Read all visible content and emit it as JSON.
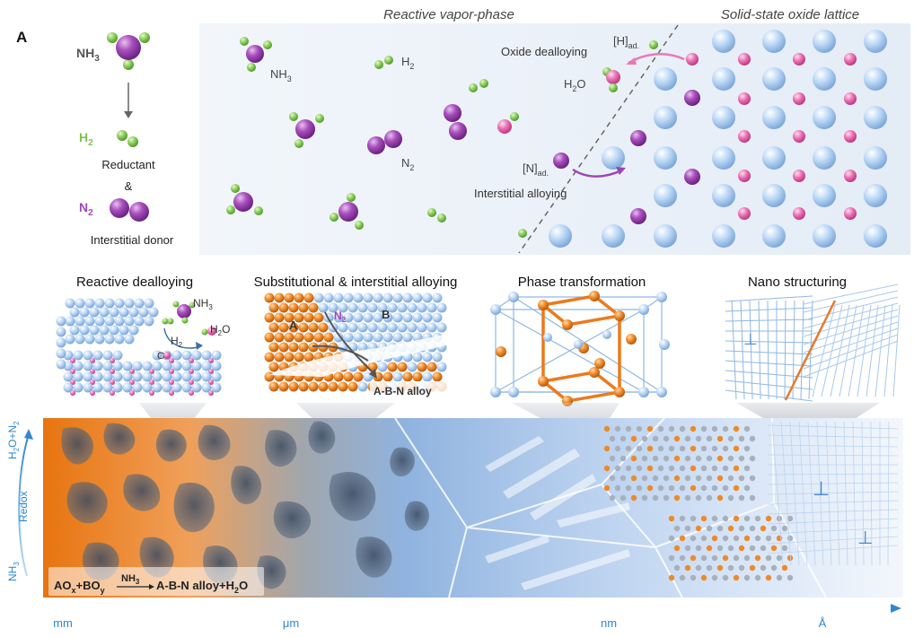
{
  "panel_label": "A",
  "top": {
    "region_left_title": "Reactive vapor-phase",
    "region_right_title": "Solid-state oxide lattice",
    "legend": {
      "nh3": "NH",
      "nh3_sub": "3",
      "h2": "H",
      "h2_sub": "2",
      "h2_role": "Reductant",
      "amp": "&",
      "n2": "N",
      "n2_sub": "2",
      "n2_role": "Interstitial donor"
    },
    "field_labels": {
      "nh3": "NH",
      "nh3_sub": "3",
      "h2": "H",
      "h2_sub": "2",
      "n2": "N",
      "n2_sub": "2",
      "h_ad": "[H]",
      "h_ad_sub": "ad.",
      "n_ad": "[N]",
      "n_ad_sub": "ad.",
      "h2o": "H",
      "h2o_sub": "2",
      "h2o_tail": "O",
      "oxide_dealloying": "Oxide dealloying",
      "interstitial_alloying": "Interstitial alloying"
    }
  },
  "mechanisms": [
    {
      "title": "Reactive dealloying"
    },
    {
      "title": "Substitutional & interstitial alloying"
    },
    {
      "title": "Phase transformation"
    },
    {
      "title": "Nano structuring"
    }
  ],
  "inset_labels": {
    "nh3": "NH",
    "nh3_sub": "3",
    "h2": "H",
    "h2_sub": "2",
    "h2o": "H",
    "h2o_sub": "2",
    "h2o_tail": "O",
    "o": "O",
    "a": "A",
    "b": "B",
    "n2": "N",
    "n2_sub": "2",
    "alloy": "A-B-N alloy"
  },
  "bottom": {
    "axis_top": "H",
    "axis_top_sub1": "2",
    "axis_top_mid": "O+N",
    "axis_top_sub2": "2",
    "axis_mid": "Redox",
    "axis_bottom": "NH",
    "axis_bottom_sub": "3",
    "equation": {
      "ao": "AO",
      "ao_sub": "x",
      "plus_bo": "+BO",
      "bo_sub": "y",
      "over_arrow": "NH",
      "over_arrow_sub": "3",
      "product": "A-B-N alloy+H",
      "product_sub": "2",
      "product_tail": "O"
    },
    "scale": [
      "mm",
      "μm",
      "nm",
      "Å"
    ]
  },
  "colors": {
    "nitrogen": "#a046b4",
    "hydrogen": "#8ccc5a",
    "oxygen": "#ea6ab4",
    "lattice_blue": "#aecdf2",
    "orange": "#ec7a1c",
    "axis_blue": "#2f86cf"
  }
}
